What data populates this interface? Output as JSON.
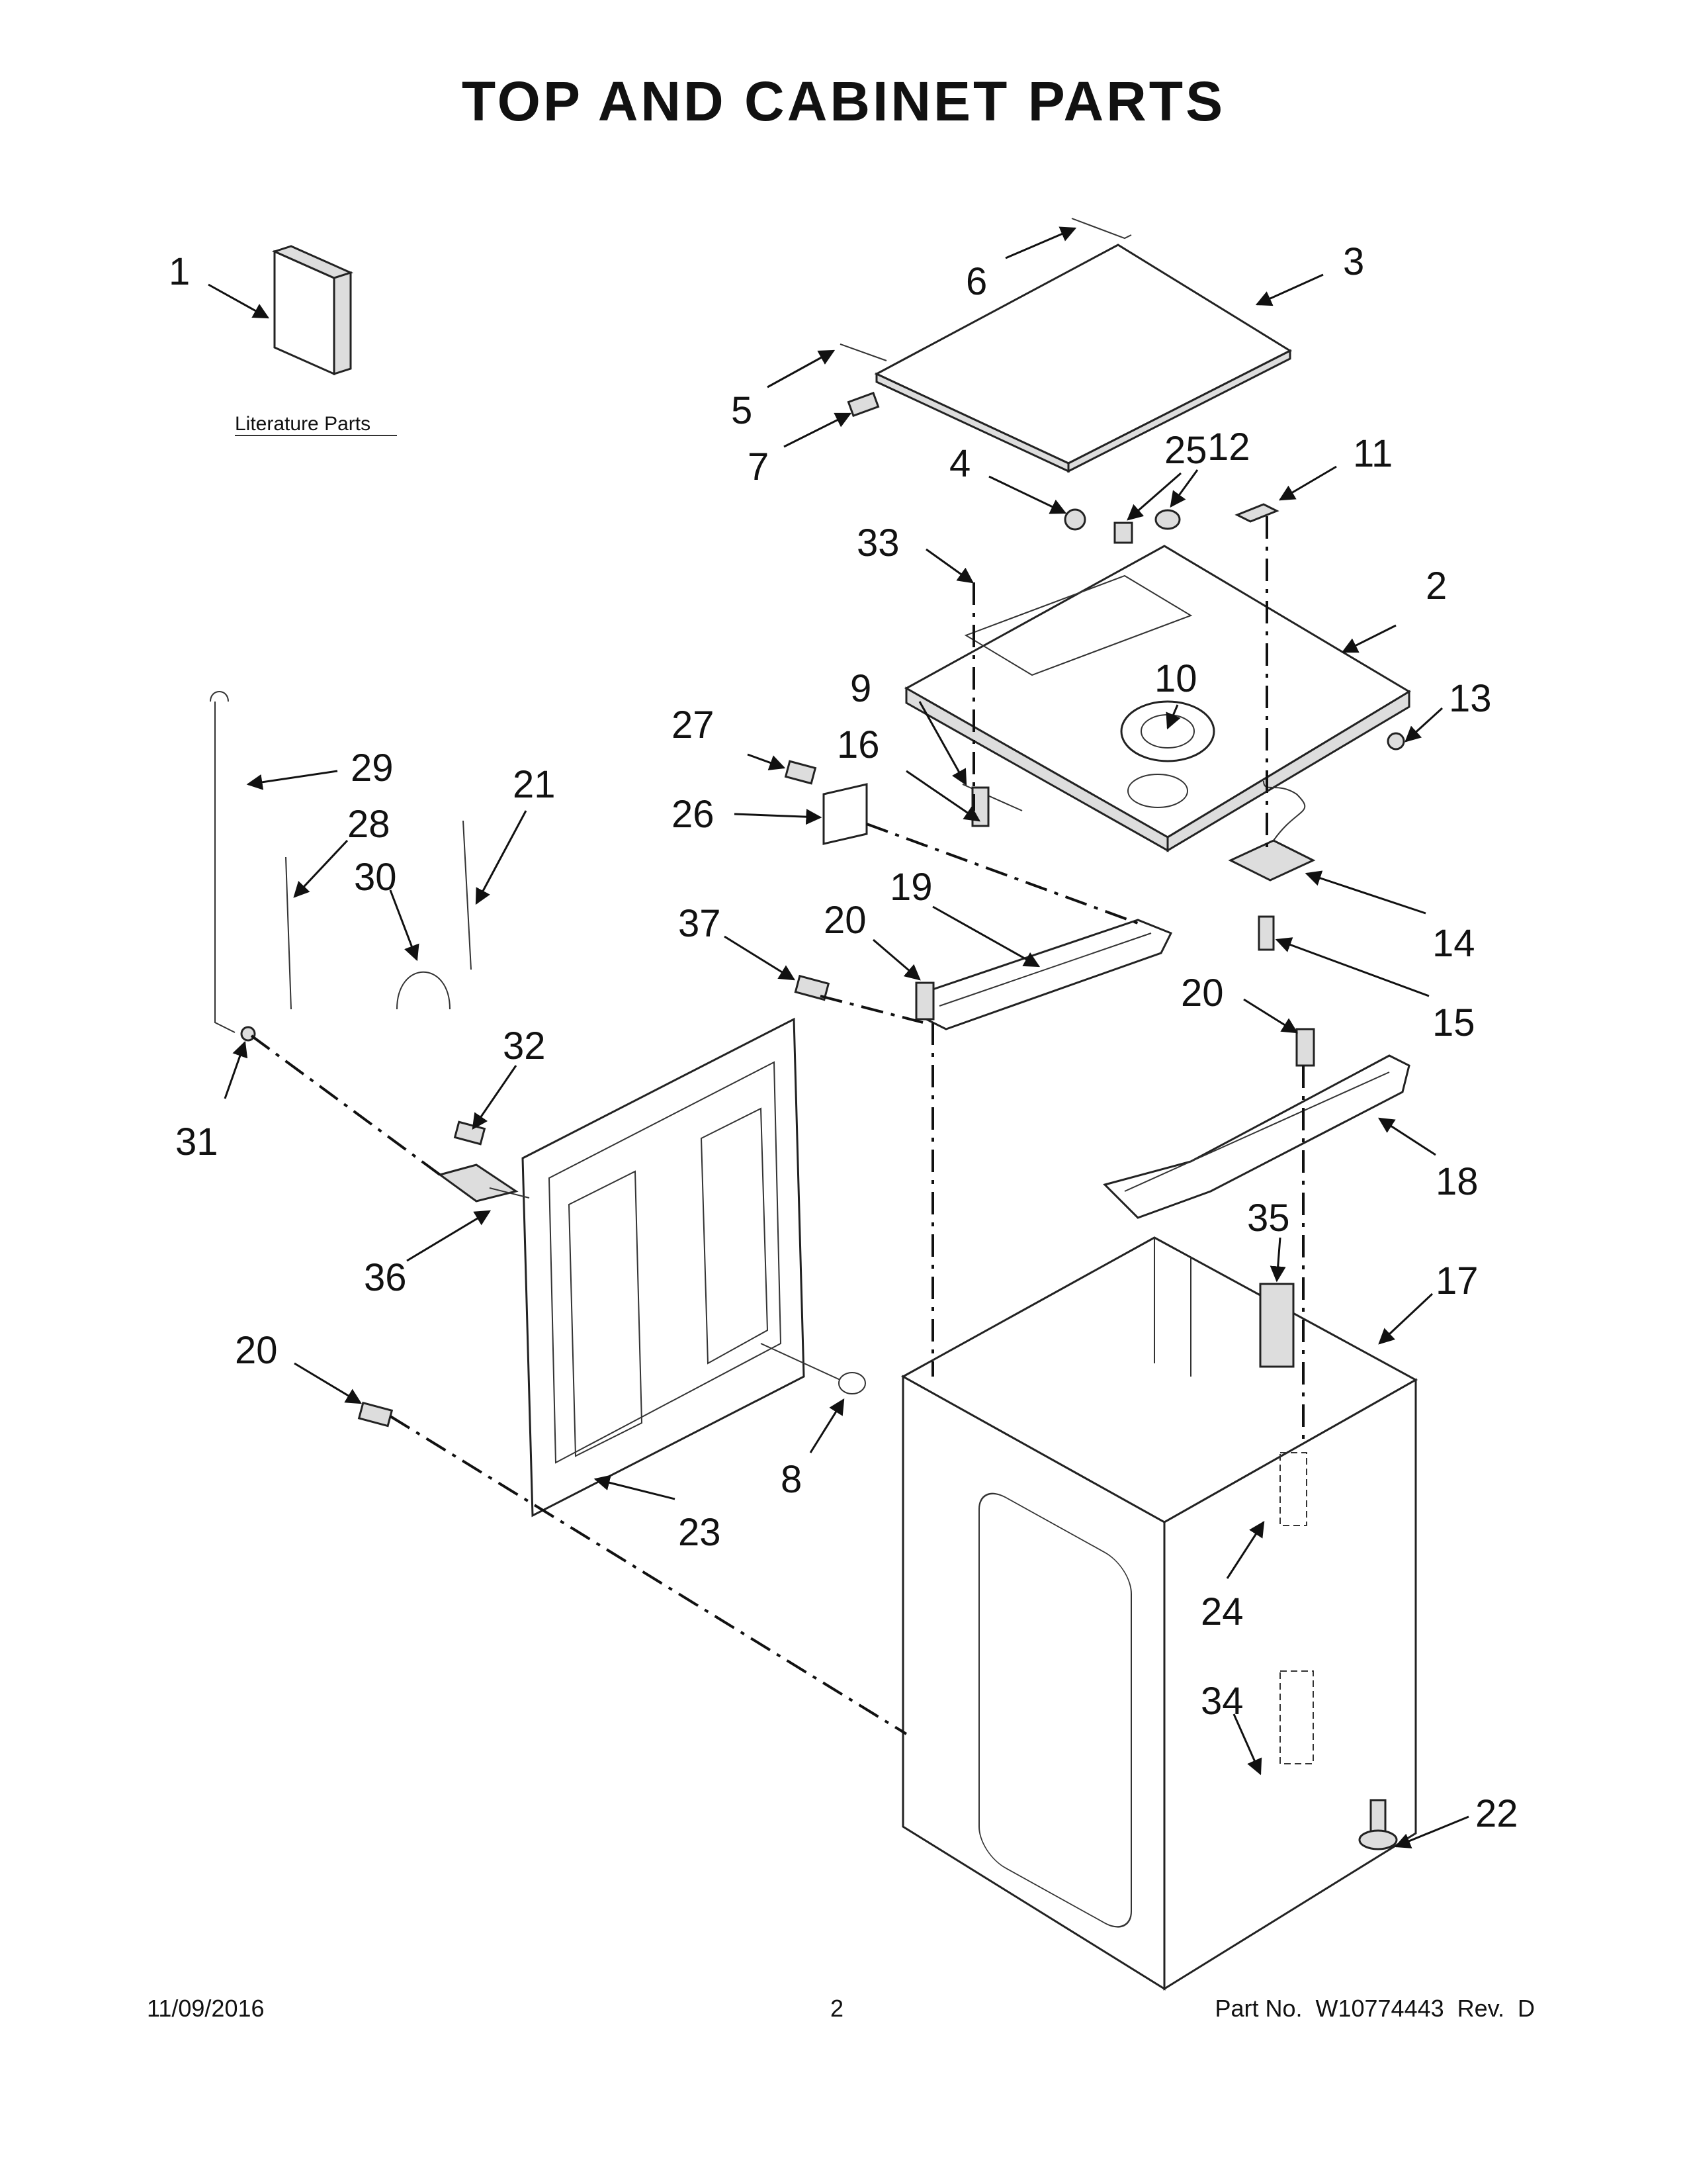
{
  "title": "TOP AND CABINET PARTS",
  "literature_label": "Literature Parts",
  "callouts": {
    "c1": "1",
    "c2": "2",
    "c3": "3",
    "c4": "4",
    "c5": "5",
    "c6": "6",
    "c7": "7",
    "c8": "8",
    "c9": "9",
    "c10": "10",
    "c11": "11",
    "c12": "12",
    "c13": "13",
    "c14": "14",
    "c15": "15",
    "c16": "16",
    "c17": "17",
    "c18": "18",
    "c19": "19",
    "c20a": "20",
    "c20b": "20",
    "c20c": "20",
    "c21": "21",
    "c22": "22",
    "c23": "23",
    "c24": "24",
    "c25": "25",
    "c26": "26",
    "c27": "27",
    "c28": "28",
    "c29": "29",
    "c30": "30",
    "c31": "31",
    "c32": "32",
    "c33": "33",
    "c34": "34",
    "c35": "35",
    "c36": "36",
    "c37": "37"
  },
  "footer": {
    "date": "11/09/2016",
    "page": "2",
    "part": "Part No.  W10774443  Rev.  D"
  }
}
